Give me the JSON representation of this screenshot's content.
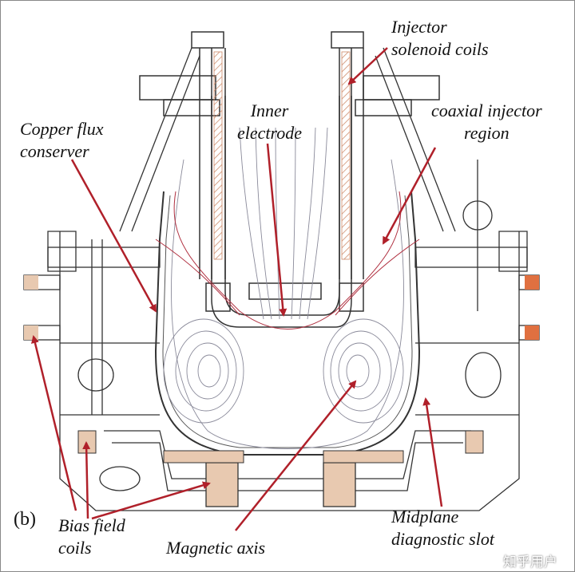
{
  "labels": {
    "injector_solenoid": [
      "Injector",
      "solenoid coils"
    ],
    "inner_electrode": [
      "Inner",
      "electrode"
    ],
    "coaxial_region": [
      "coaxial injector",
      "region"
    ],
    "copper_flux": [
      "Copper flux",
      "conserver"
    ],
    "bias_coils": [
      "Bias field",
      "coils"
    ],
    "magnetic_axis": "Magnetic axis",
    "midplane_slot": [
      "Midplane",
      "diagnostic slot"
    ],
    "panel_id": "(b)"
  },
  "watermark": "知乎用户",
  "colors": {
    "line": "#333333",
    "flux": "#8a8a9a",
    "flux_red": "#b03040",
    "arrow": "#b0202a",
    "coil": "#e8c9b0",
    "hatch": "#cc8866"
  }
}
